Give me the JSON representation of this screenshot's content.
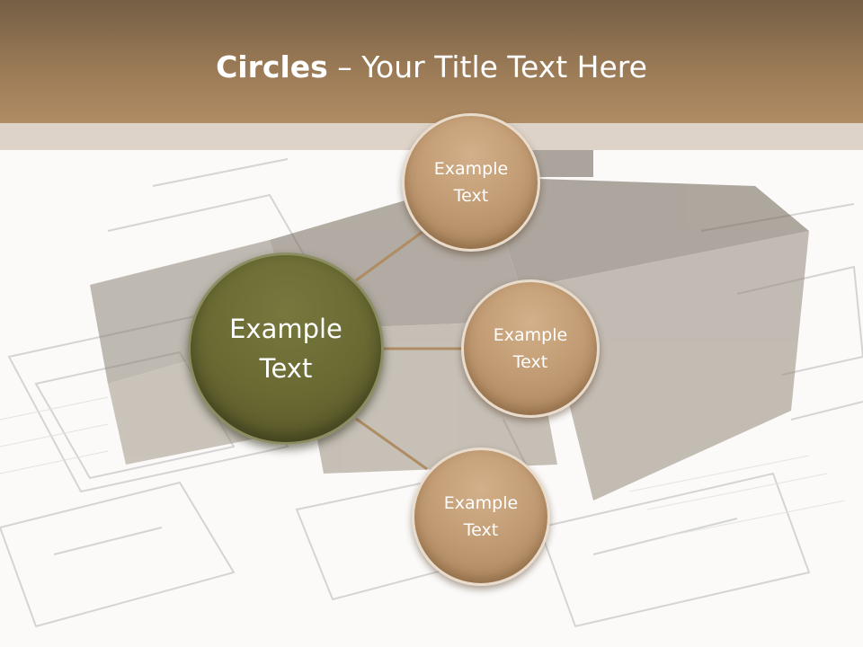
{
  "slide": {
    "title_bold": "Circles",
    "title_rest": " – Your Title Text Here"
  },
  "diagram": {
    "center": {
      "label": "Example Text"
    },
    "satellites": [
      {
        "label": "Example Text"
      },
      {
        "label": "Example Text"
      },
      {
        "label": "Example Text"
      }
    ]
  },
  "colors": {
    "header_brown": "#9a7a56",
    "center_olive": "#6a6a33",
    "satellite_tan": "#c09a72",
    "connector": "#b08c64"
  }
}
